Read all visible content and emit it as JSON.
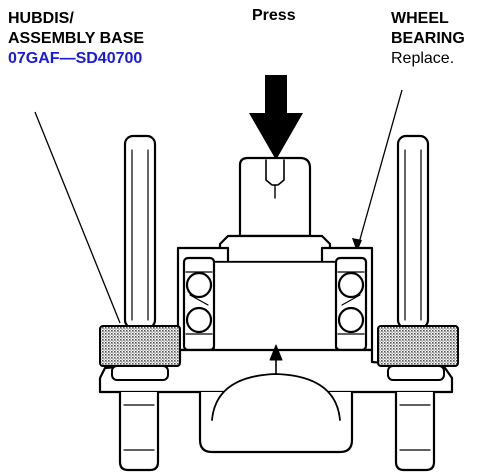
{
  "labels": {
    "hub_line1": "HUBDIS/",
    "hub_line2": "ASSEMBLY BASE",
    "hub_part_number": "07GAF—SD40700",
    "press": "Press",
    "wheel_line1": "WHEEL",
    "wheel_line2": "BEARING",
    "wheel_note": "Replace."
  },
  "colors": {
    "ink": "#000000",
    "part_number": "#1a1adb",
    "shading": "#7a7a7a"
  },
  "icons": {
    "press_arrow": "down-arrow-icon"
  }
}
